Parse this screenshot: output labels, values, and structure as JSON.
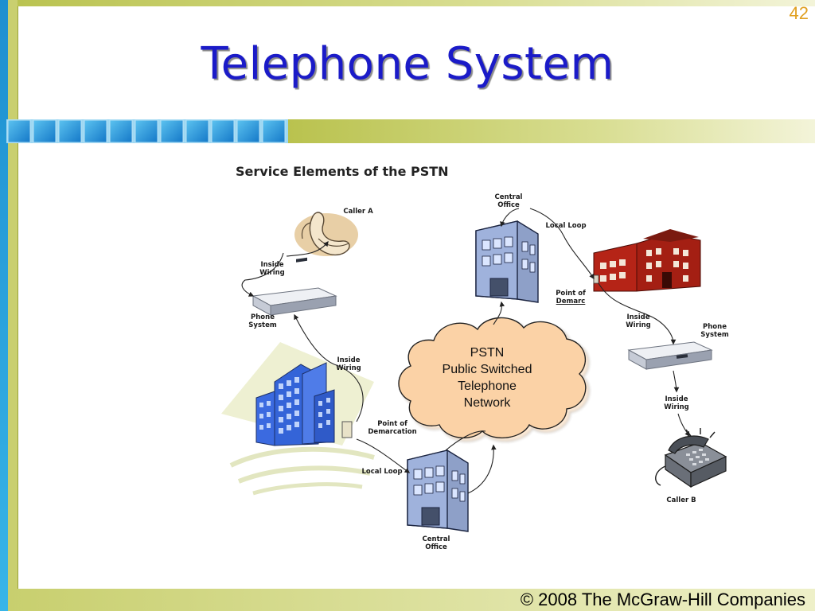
{
  "slide": {
    "title": "Telephone System",
    "page_number": "42",
    "footer": "© 2008 The McGraw-Hill Companies"
  },
  "diagram": {
    "title": "Service Elements of the PSTN",
    "cloud": {
      "line1": "PSTN",
      "line2": "Public Switched",
      "line3": "Telephone",
      "line4": "Network"
    },
    "labels": {
      "caller_a": "Caller A",
      "inside_wiring_a1": [
        "Inside",
        "Wiring"
      ],
      "phone_system_a": [
        "Phone",
        "System"
      ],
      "inside_wiring_a2": [
        "Inside",
        "Wiring"
      ],
      "point_of_demarcation_a": [
        "Point of",
        "Demarcation"
      ],
      "local_loop_a": "Local Loop",
      "central_office_bottom": [
        "Central",
        "Office"
      ],
      "central_office_top": [
        "Central",
        "Office"
      ],
      "local_loop_b": "Local Loop",
      "point_of_demarc_b": [
        "Point of",
        "Demarc"
      ],
      "inside_wiring_b1": [
        "Inside",
        "Wiring"
      ],
      "phone_system_b": [
        "Phone",
        "System"
      ],
      "inside_wiring_b2": [
        "Inside",
        "Wiring"
      ],
      "caller_b": "Caller B"
    }
  },
  "colors": {
    "title": "#1b1bc8",
    "page_number": "#e0a020",
    "left_bar": "#2aa6d9",
    "left_bar_inner": "#c8cf6e",
    "top_bar": "#cfd67a",
    "squares": "#1f9fe0",
    "cloud_fill": "#fbd2a6",
    "building_blue": "#3464d8",
    "building_red": "#b52417"
  }
}
